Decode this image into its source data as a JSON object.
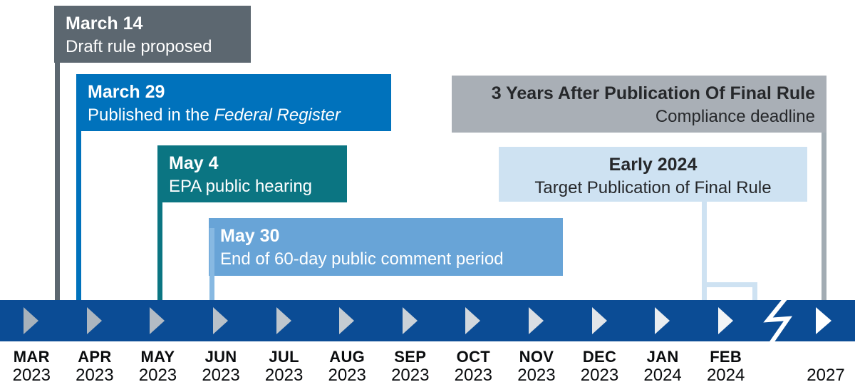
{
  "events": [
    {
      "id": "draft-rule-proposed",
      "title": "March 14",
      "subtitle": "Draft rule proposed",
      "color": "#5c6770",
      "connector_color": "#5c6770",
      "text_color": "#ffffff"
    },
    {
      "id": "published-federal-register",
      "title": "March 29",
      "subtitle_prefix": "Published in the ",
      "subtitle_italic": "Federal Register",
      "color": "#0072bc",
      "connector_color": "#0072bc",
      "text_color": "#ffffff"
    },
    {
      "id": "epa-public-hearing",
      "title": "May 4",
      "subtitle": "EPA public hearing",
      "color": "#0b7582",
      "connector_color": "#0b7582",
      "text_color": "#ffffff"
    },
    {
      "id": "comment-period-end",
      "title": "May 30",
      "subtitle": "End of 60-day public comment period",
      "color": "#68a4d7",
      "connector_color": "#87b9e2",
      "text_color": "#ffffff"
    },
    {
      "id": "compliance-deadline",
      "title": "3 Years After Publication Of Final Rule",
      "subtitle": "Compliance deadline",
      "color": "#a9afb6",
      "connector_color": "#a2acb3",
      "text_color": "#26282b"
    },
    {
      "id": "final-rule-target",
      "title": "Early 2024",
      "subtitle": "Target Publication of Final Rule",
      "color": "#cee2f2",
      "connector_color": "#cee2f2",
      "text_color": "#26282b"
    }
  ],
  "timeline": {
    "bar_color": "#0b4c95",
    "arrow_icon": "triangle-right",
    "break_icon": "lightning-zigzag",
    "months": [
      {
        "month": "MAR",
        "year": "2023"
      },
      {
        "month": "APR",
        "year": "2023"
      },
      {
        "month": "MAY",
        "year": "2023"
      },
      {
        "month": "JUN",
        "year": "2023"
      },
      {
        "month": "JUL",
        "year": "2023"
      },
      {
        "month": "AUG",
        "year": "2023"
      },
      {
        "month": "SEP",
        "year": "2023"
      },
      {
        "month": "OCT",
        "year": "2023"
      },
      {
        "month": "NOV",
        "year": "2023"
      },
      {
        "month": "DEC",
        "year": "2023"
      },
      {
        "month": "JAN",
        "year": "2024"
      },
      {
        "month": "FEB",
        "year": "2024"
      }
    ],
    "end_year": "2027"
  }
}
